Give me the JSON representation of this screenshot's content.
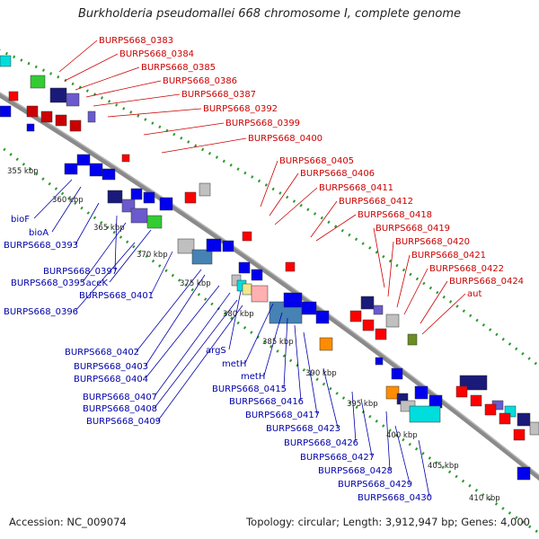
{
  "title": "Burkholderia pseudomallei 668 chromosome I, complete genome",
  "footer": {
    "accession": "Accession: NC_009074",
    "summary": "Topology: circular; Length: 3,912,947 bp; Genes: 4,000"
  },
  "colors": {
    "backbone": "#8a8a8a",
    "dots": "#2a9a2a",
    "top_label": "#cc0000",
    "bottom_label": "#0000aa",
    "red_feature": "#ff0000",
    "dark_red_feature": "#cc0000",
    "blue_feature": "#0000ee",
    "navy_feature": "#1a1a7a",
    "purple_feature": "#6a5acd",
    "steel_feature": "#4682b4",
    "green_feature": "#33cc33",
    "grey_feature": "#c0c0c0",
    "cyan_feature": "#00dddd",
    "orange_feature": "#ff8c00",
    "pink_feature": "#ffb0b0",
    "yellow_feature": "#f0e68c",
    "olive_feature": "#6b8e23"
  },
  "scale": {
    "ticks": [
      "355 kbp",
      "360 kbp",
      "365 kbp",
      "370 kbp",
      "375 kbp",
      "380 kbp",
      "385 kbp",
      "390 kbp",
      "395 kbp",
      "400 kbp",
      "405 kbp",
      "410 kbp"
    ]
  },
  "top_labels": [
    "BURPS668_0383",
    "BURPS668_0384",
    "BURPS668_0385",
    "BURPS668_0386",
    "BURPS668_0387",
    "BURPS668_0392",
    "BURPS668_0399",
    "BURPS668_0400",
    "BURPS668_0405",
    "BURPS668_0406",
    "BURPS668_0411",
    "BURPS668_0412",
    "BURPS668_0418",
    "BURPS668_0419",
    "BURPS668_0420",
    "BURPS668_0421",
    "BURPS668_0422",
    "BURPS668_0424",
    "aut"
  ],
  "bottom_labels": [
    "bioF",
    "bioA",
    "BURPS668_0393",
    "BURPS668_0397",
    "BURPS668_0395",
    "aceK",
    "BURPS668_0401",
    "BURPS668_0396",
    "BURPS668_0402",
    "argS",
    "BURPS668_0403",
    "metH",
    "BURPS668_0404",
    "metH",
    "BURPS668_0415",
    "BURPS668_0407",
    "BURPS668_0416",
    "BURPS668_0408",
    "BURPS668_0417",
    "BURPS668_0409",
    "BURPS668_0423",
    "BURPS668_0426",
    "BURPS668_0427",
    "BURPS668_0428",
    "BURPS668_0429",
    "BURPS668_0430"
  ]
}
